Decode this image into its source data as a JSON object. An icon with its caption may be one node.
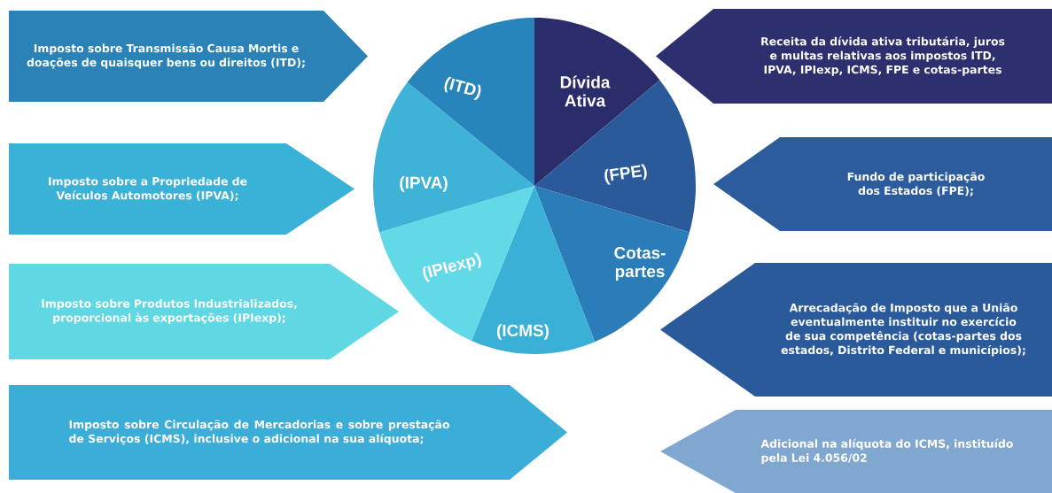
{
  "diagram": {
    "nodes": [
      {
        "text": [
          "Imposto sobre Transmissão Causa Mortis e doações de quaisquer bens ou direitos (ITD);"
        ]
      },
      {
        "text": [
          "Imposto sobre a Propriedade de Veículos Automotores (IPVA);"
        ]
      },
      {
        "text": [
          "Imposto sobre Produtos Industrializados, proporcional às exportações (IPIexp);"
        ]
      },
      {
        "text": [
          "Imposto sobre Circulação de Mercadorias e sobre prestação de Serviços (ICMS), inclusive o adicional na sua alíquota;"
        ]
      },
      {
        "text": [
          "Receita da dívida ativa tributária, juros e multas relativas aos impostos ITD, IPVA, IPIexp, ICMS, FPE e cotas-partes"
        ]
      },
      {
        "text": [
          "Fundo de participação dos Estados (FPE);"
        ]
      },
      {
        "text": [
          "Arrecadação de Imposto que a União eventualmente instituir no exercício de sua competência (cotas-partes dos estados, Distrito Federal e municípios);"
        ]
      },
      {
        "text": [
          "Adicional na alíquota do ICMS, instituído pela Lei 4.056/02"
        ]
      },
      {
        "text": [
          "Dívida Ativa"
        ]
      },
      {
        "text": [
          "(FPE)"
        ]
      },
      {
        "text": [
          "Cotas-partes"
        ]
      },
      {
        "text": [
          "(ICMS)"
        ]
      },
      {
        "text": [
          "(IPIexp)"
        ]
      },
      {
        "text": [
          "(IPVA)"
        ]
      },
      {
        "text": [
          "(ITD)"
        ]
      }
    ]
  }
}
